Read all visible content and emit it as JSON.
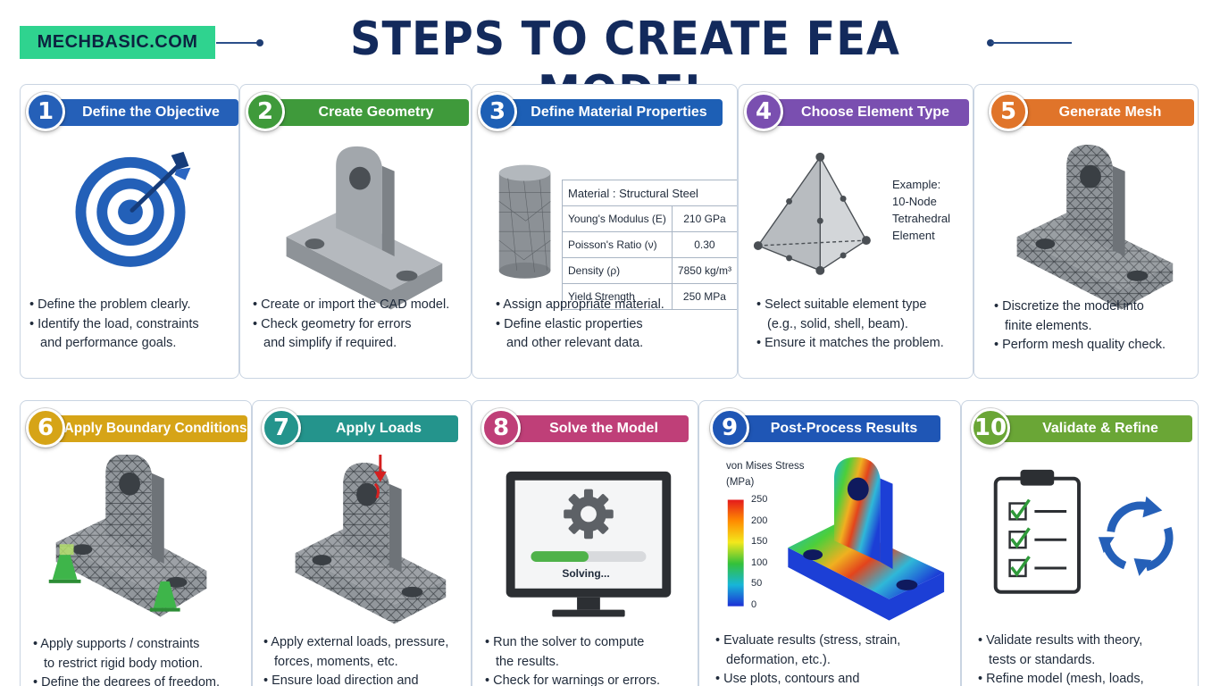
{
  "header": {
    "brand": "MECHBASIC.COM",
    "title": "STEPS TO CREATE FEA MODEL"
  },
  "colors": {
    "step1": "#2560b8",
    "step2": "#3f9a3b",
    "step3": "#1d5fb5",
    "step4": "#7a4fb0",
    "step5": "#e0742a",
    "step6": "#d6a417",
    "step7": "#24948c",
    "step8": "#bf3f78",
    "step9": "#1f56b5",
    "step10": "#6aa636"
  },
  "steps": [
    {
      "number": "1",
      "title": "Define the Objective",
      "icon": "target-icon",
      "bullets": [
        "• Define the problem clearly.",
        "• Identify the load, constraints",
        "and performance goals."
      ]
    },
    {
      "number": "2",
      "title": "Create Geometry",
      "icon": "bracket-model-icon",
      "bullets": [
        "• Create or import the CAD model.",
        "• Check geometry for errors",
        "and simplify if required."
      ]
    },
    {
      "number": "3",
      "title": "Define Material Properties",
      "icon": "cylinder-icon",
      "material_table": {
        "header": "Material : Structural Steel",
        "rows": [
          {
            "property": "Young's Modulus (E)",
            "value": "210 GPa"
          },
          {
            "property": "Poisson's Ratio (ν)",
            "value": "0.30"
          },
          {
            "property": "Density (ρ)",
            "value": "7850 kg/m³"
          },
          {
            "property": "Yield Strength",
            "value": "250 MPa"
          }
        ]
      },
      "bullets": [
        "• Assign appropriate material.",
        "• Define elastic properties",
        "and other relevant data."
      ]
    },
    {
      "number": "4",
      "title": "Choose Element Type",
      "icon": "tetrahedron-icon",
      "example": [
        "Example:",
        "10-Node",
        "Tetrahedral",
        "Element"
      ],
      "bullets": [
        "• Select suitable element type",
        "(e.g., solid, shell, beam).",
        "• Ensure it matches the problem."
      ]
    },
    {
      "number": "5",
      "title": "Generate Mesh",
      "icon": "meshed-bracket-icon",
      "bullets": [
        "• Discretize the model into",
        "finite elements.",
        "• Perform mesh quality check."
      ]
    },
    {
      "number": "6",
      "title": "Apply Boundary Conditions",
      "icon": "supported-bracket-icon",
      "bullets": [
        "• Apply supports / constraints",
        "to restrict rigid body motion.",
        "• Define the degrees of freedom."
      ]
    },
    {
      "number": "7",
      "title": "Apply Loads",
      "icon": "loaded-bracket-icon",
      "bullets": [
        "• Apply external loads, pressure,",
        "forces, moments, etc.",
        "• Ensure load direction and"
      ]
    },
    {
      "number": "8",
      "title": "Solve the Model",
      "icon": "monitor-gear-icon",
      "status": "Solving...",
      "progress": 0.5,
      "bullets": [
        "• Run the solver to compute",
        "the results.",
        "• Check for warnings or errors."
      ]
    },
    {
      "number": "9",
      "title": "Post-Process Results",
      "icon": "stress-contour-icon",
      "legend": {
        "title_line1": "von Mises Stress",
        "title_line2": "(MPa)",
        "ticks": [
          "250",
          "200",
          "150",
          "100",
          "50",
          "0"
        ]
      },
      "bullets": [
        "• Evaluate results (stress, strain,",
        "deformation, etc.).",
        "• Use plots, contours and"
      ]
    },
    {
      "number": "10",
      "title": "Validate & Refine",
      "icon": "checklist-icon",
      "bullets": [
        "• Validate results with theory,",
        "tests or standards.",
        "• Refine model (mesh, loads,"
      ]
    }
  ]
}
